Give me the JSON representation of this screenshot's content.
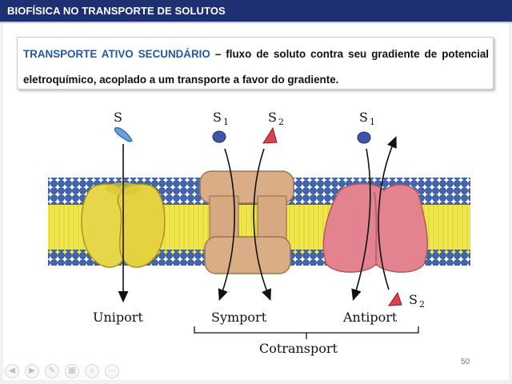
{
  "header": {
    "title": "BIOFÍSICA NO TRANSPORTE DE SOLUTOS"
  },
  "definition": {
    "term": "TRANSPORTE ATIVO SECUNDÁRIO",
    "text": " – fluxo de soluto contra seu gradiente de potencial eletroquímico, acoplado a um transporte a favor do gradiente."
  },
  "figure": {
    "solute_s": "S",
    "s1_base": "S",
    "s1_sub": "1",
    "s2_base": "S",
    "s2_sub": "2",
    "uniport": "Uniport",
    "symport": "Symport",
    "antiport": "Antiport",
    "cotransport": "Cotransport"
  },
  "footer": {
    "page_number": "50"
  },
  "controls": [
    {
      "icon": "previous-icon",
      "glyph": "◀"
    },
    {
      "icon": "next-icon",
      "glyph": "▶"
    },
    {
      "icon": "pen-icon",
      "glyph": "✎"
    },
    {
      "icon": "slides-icon",
      "glyph": "▦"
    },
    {
      "icon": "zoom-icon",
      "glyph": "⌕"
    },
    {
      "icon": "more-icon",
      "glyph": "⋯"
    }
  ],
  "colors": {
    "header_bg": "#1e2f72",
    "term_color": "#1f5aa6",
    "uniport_protein": "#e8d64a",
    "symport_protein": "#d9ad86",
    "antiport_protein": "#e3838f"
  }
}
